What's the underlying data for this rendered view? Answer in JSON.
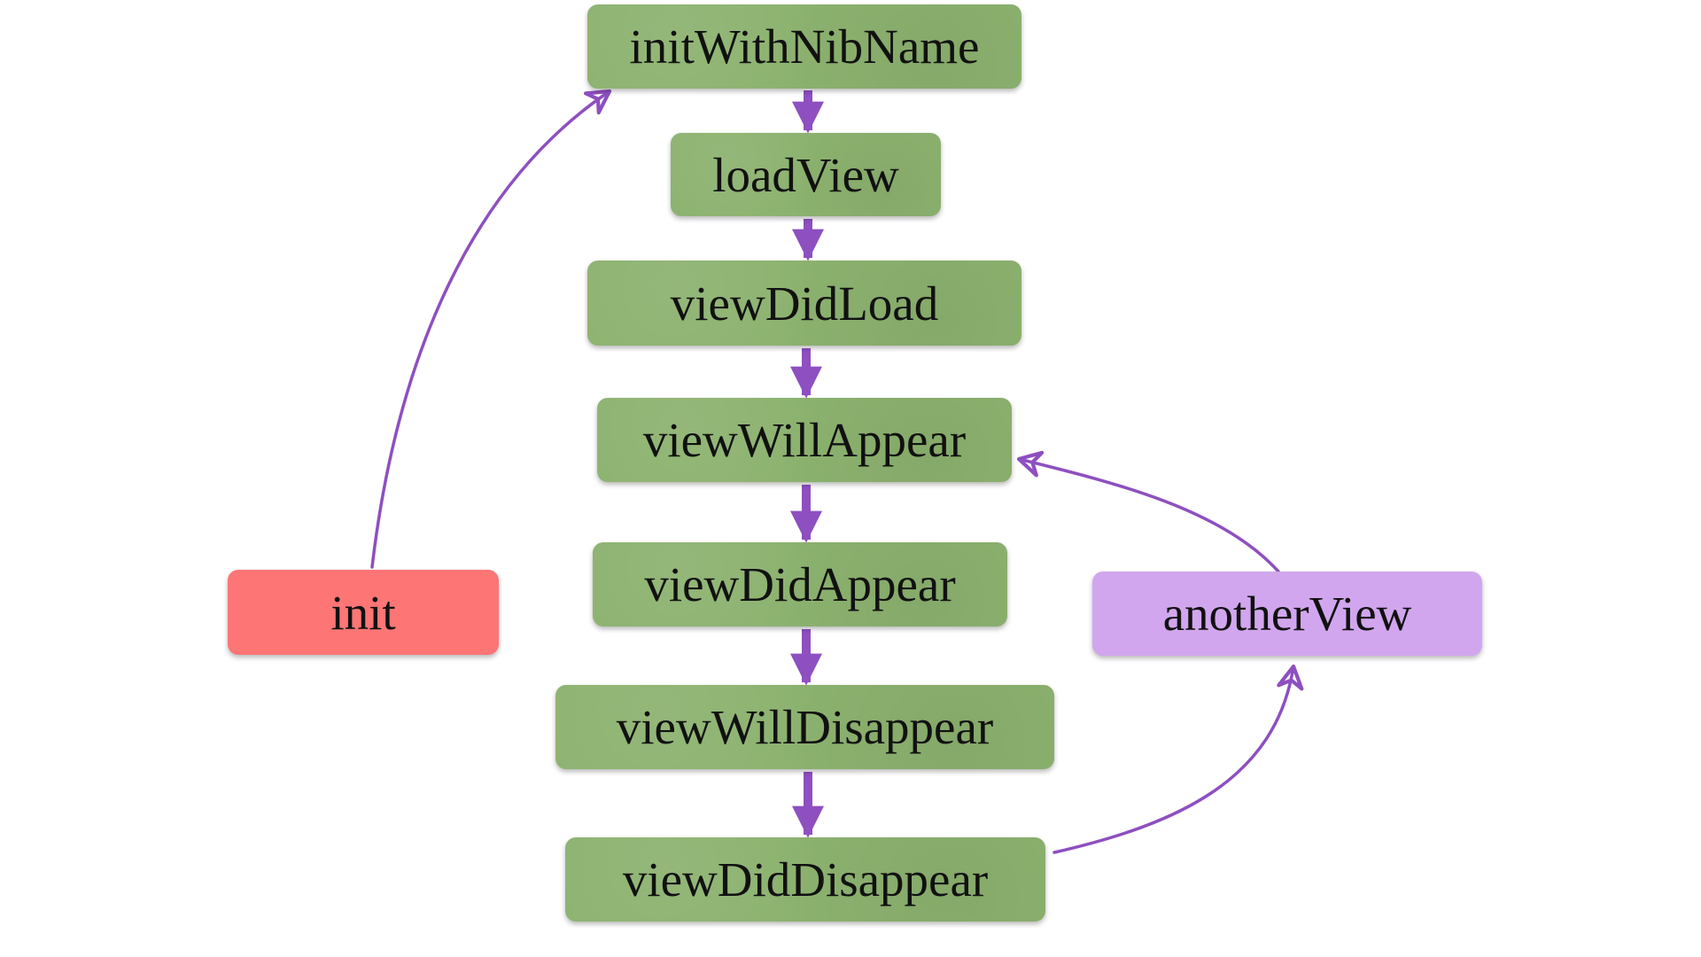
{
  "colors": {
    "step": "#8cb26f",
    "start": "#fd7575",
    "other": "#d1a6ee",
    "arrow": "#8e4fc0"
  },
  "nodes": {
    "initWithNibName": "initWithNibName",
    "loadView": "loadView",
    "viewDidLoad": "viewDidLoad",
    "viewWillAppear": "viewWillAppear",
    "viewDidAppear": "viewDidAppear",
    "viewWillDisappear": "viewWillDisappear",
    "viewDidDisappear": "viewDidDisappear",
    "init": "init",
    "anotherView": "anotherView"
  },
  "edges": [
    {
      "from": "init",
      "to": "initWithNibName"
    },
    {
      "from": "initWithNibName",
      "to": "loadView"
    },
    {
      "from": "loadView",
      "to": "viewDidLoad"
    },
    {
      "from": "viewDidLoad",
      "to": "viewWillAppear"
    },
    {
      "from": "viewWillAppear",
      "to": "viewDidAppear"
    },
    {
      "from": "viewDidAppear",
      "to": "viewWillDisappear"
    },
    {
      "from": "viewWillDisappear",
      "to": "viewDidDisappear"
    },
    {
      "from": "viewDidDisappear",
      "to": "anotherView"
    },
    {
      "from": "anotherView",
      "to": "viewWillAppear"
    }
  ]
}
